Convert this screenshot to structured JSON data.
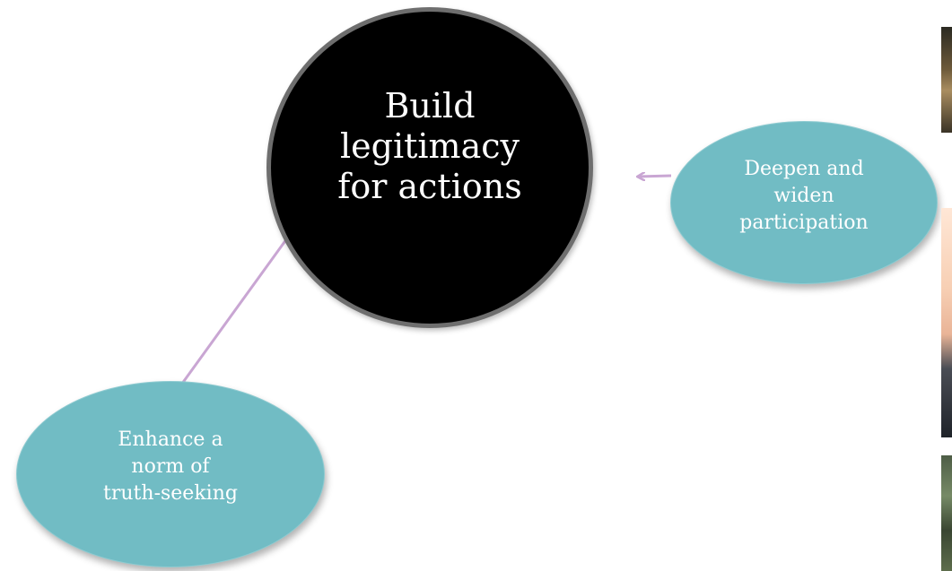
{
  "diagram": {
    "main_node": {
      "label": "Build legitimacy for actions",
      "fill": "#000000",
      "border": "#6e6e6e",
      "text_color": "#ffffff"
    },
    "nodes": [
      {
        "id": "participation",
        "label": "Deepen and widen participation",
        "fill": "#71bcc4",
        "text_color": "#ffffff"
      },
      {
        "id": "truth-seeking",
        "label": "Enhance a norm of truth-seeking",
        "fill": "#71bcc4",
        "text_color": "#ffffff"
      }
    ],
    "connector_color": "#c9a6d3"
  }
}
